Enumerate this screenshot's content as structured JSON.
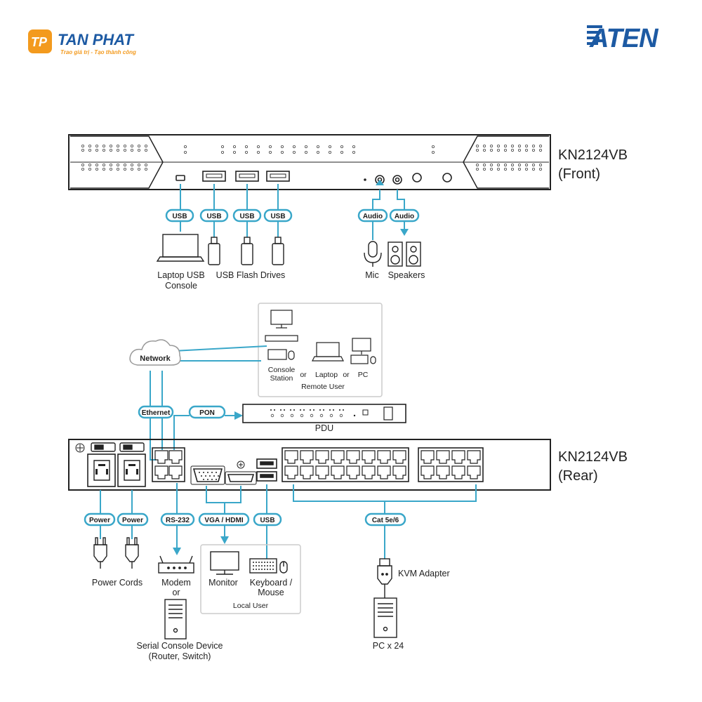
{
  "brand": {
    "name": "TAN PHAT",
    "tagline": "Trao giá trị - Tạo thành công",
    "mark": "TP",
    "partner": "ATEN",
    "orange": "#f39a1e",
    "blue": "#1d5aa3"
  },
  "colors": {
    "cable": "#3aa7c9",
    "device": "#222222",
    "box": "#cccccc"
  },
  "front": {
    "model": "KN2124VB",
    "view": "(Front)",
    "ports": {
      "usb_1": "USB",
      "usb_2": "USB",
      "usb_3": "USB",
      "usb_4": "USB",
      "audio_1": "Audio",
      "audio_2": "Audio"
    },
    "labels": {
      "laptop_line1": "Laptop USB",
      "laptop_line2": "Console",
      "flash": "USB Flash Drives",
      "mic": "Mic",
      "speakers": "Speakers"
    }
  },
  "network": {
    "cloud": "Network",
    "remote": {
      "console_line1": "Console",
      "console_line2": "Station",
      "or1": "or",
      "laptop": "Laptop",
      "or2": "or",
      "pc": "PC",
      "caption": "Remote User"
    },
    "ethernet": "Ethernet",
    "pon": "PON",
    "pdu": "PDU"
  },
  "rear": {
    "model": "KN2124VB",
    "view": "(Rear)",
    "ports": {
      "power_1": "Power",
      "power_2": "Power",
      "rs232": "RS-232",
      "vga_hdmi": "VGA / HDMI",
      "usb": "USB",
      "cat": "Cat 5e/6"
    },
    "labels": {
      "cords": "Power Cords",
      "modem_line1": "Modem",
      "modem_line2": "or",
      "serial_line1": "Serial Console Device",
      "serial_line2": "(Router, Switch)",
      "monitor": "Monitor",
      "kb_line1": "Keyboard /",
      "kb_line2": "Mouse",
      "local": "Local User",
      "adapter": "KVM Adapter",
      "pcs": "PC x 24"
    }
  }
}
